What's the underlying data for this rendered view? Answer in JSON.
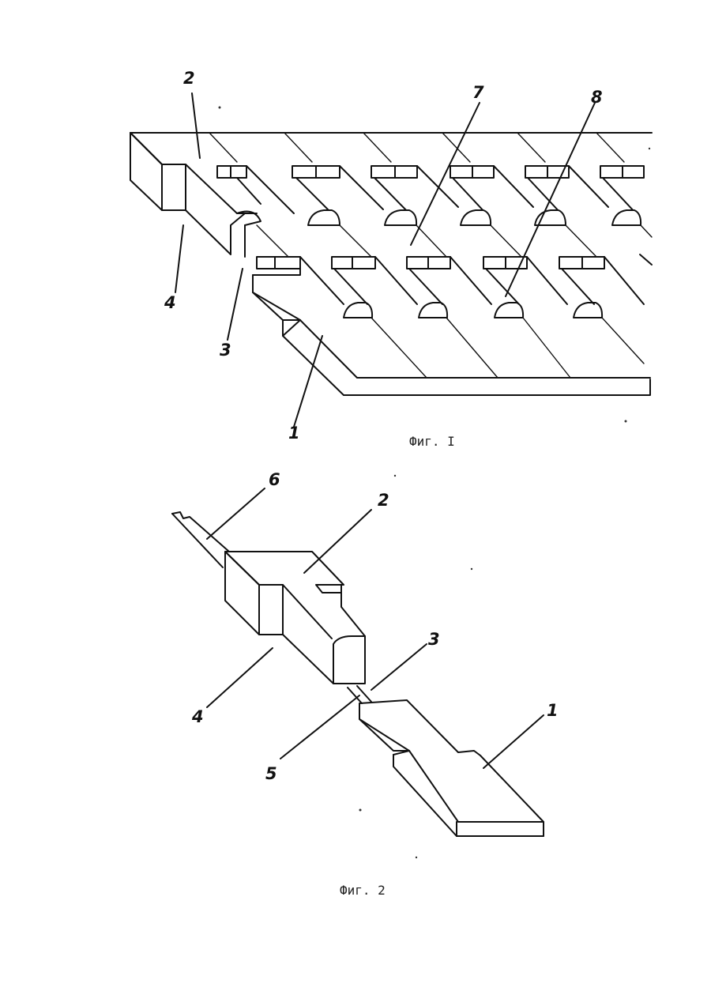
{
  "figure1": {
    "caption": "Фиг. I",
    "labels": [
      "2",
      "7",
      "8",
      "4",
      "3",
      "1"
    ]
  },
  "figure2": {
    "caption": "Фиг. 2",
    "labels": [
      "6",
      "2",
      "3",
      "4",
      "5",
      "1"
    ]
  }
}
